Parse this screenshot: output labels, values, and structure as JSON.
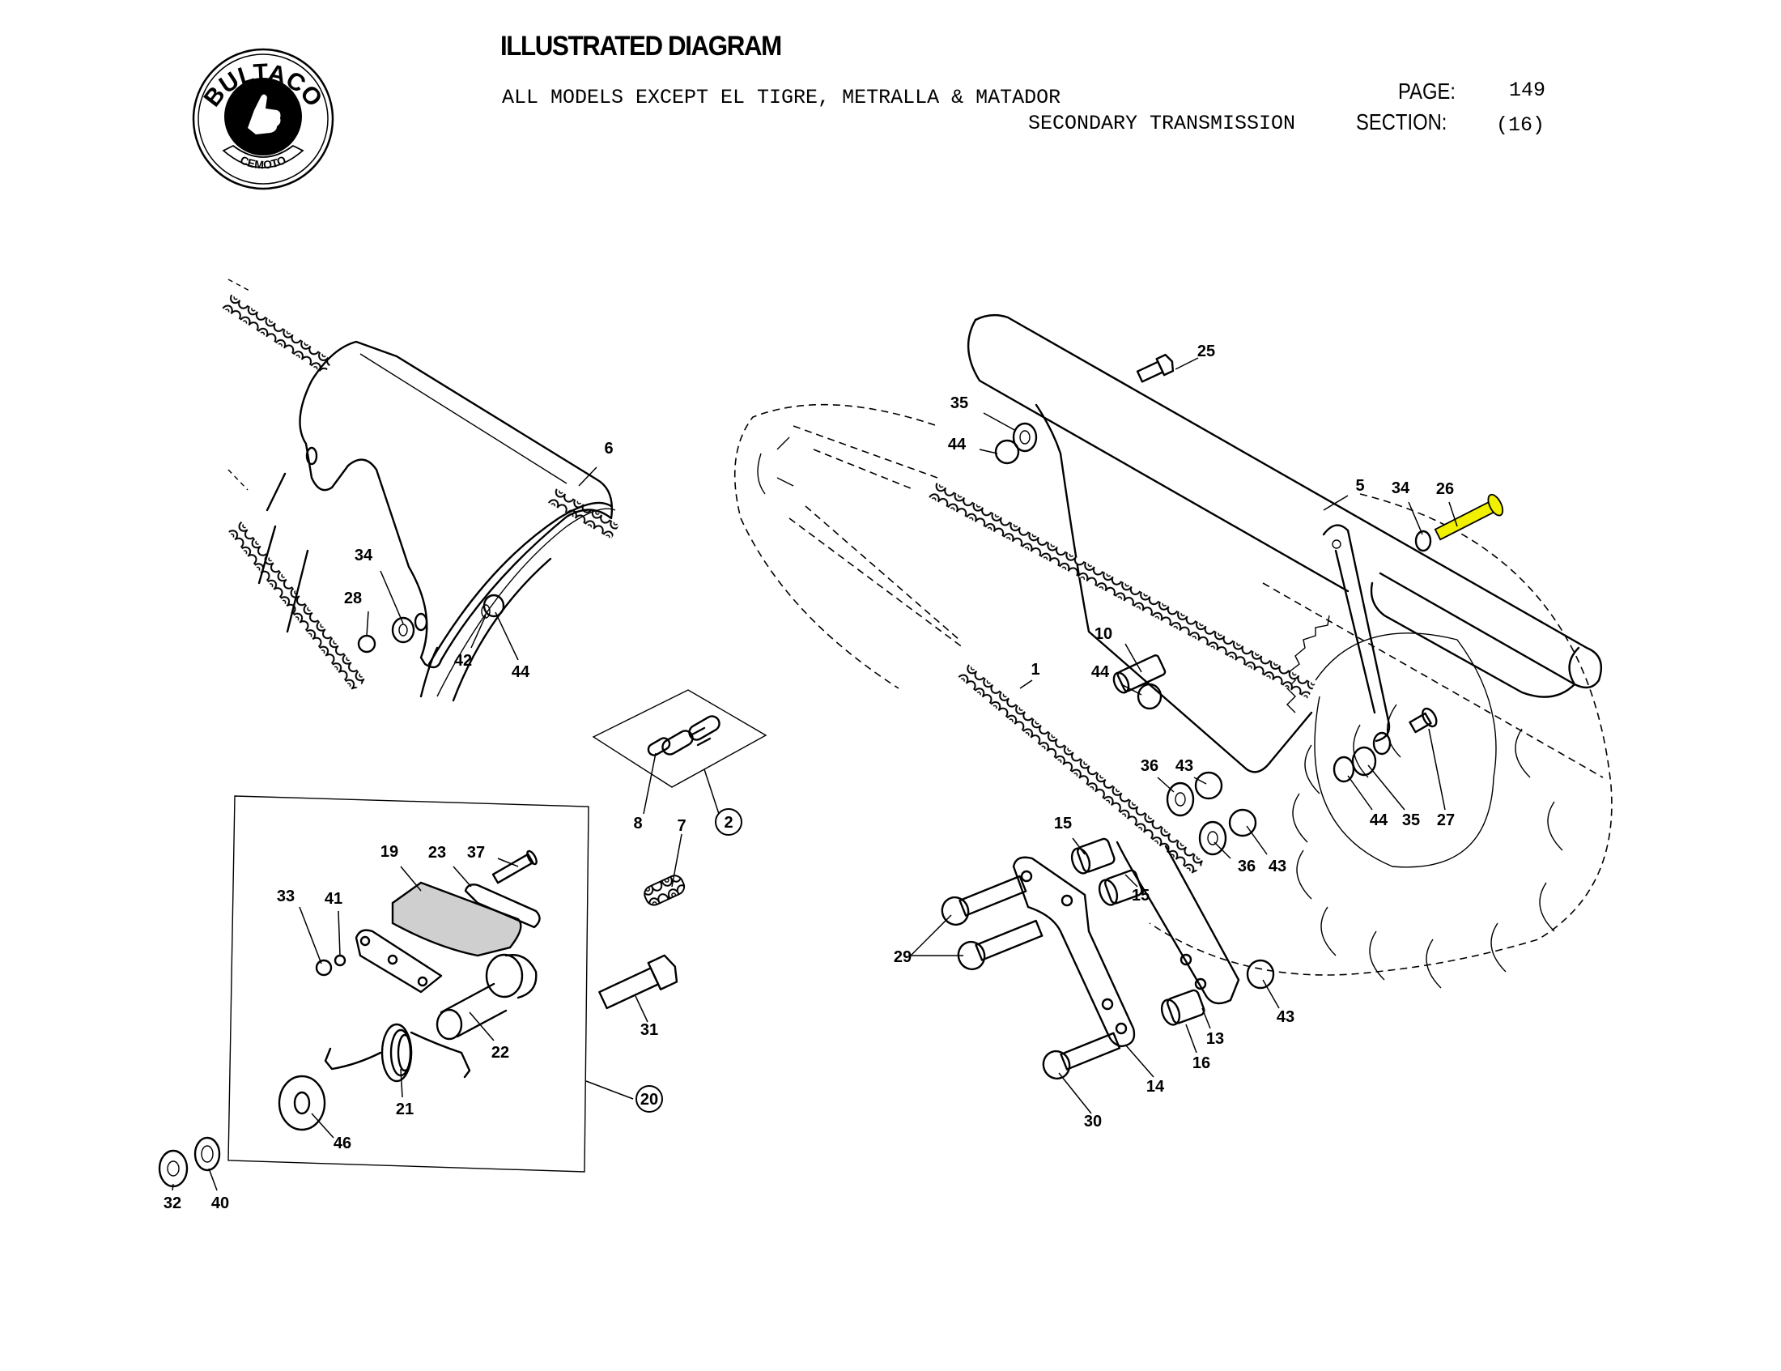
{
  "header": {
    "title": "ILLUSTRATED DIAGRAM",
    "models": "ALL MODELS EXCEPT EL TIGRE, METRALLA & MATADOR",
    "subsystem": "SECONDARY TRANSMISSION",
    "page_label": "PAGE:",
    "page_value": "149",
    "section_label": "SECTION:",
    "section_value": "(16)"
  },
  "logo": {
    "brand": "BULTACO",
    "sub": "CEMOTO",
    "icon": "thumbs-up-icon"
  },
  "highlight": {
    "part": "26",
    "color": "#F0F000"
  },
  "callouts": [
    {
      "id": "c6",
      "text": "6"
    },
    {
      "id": "c34a",
      "text": "34"
    },
    {
      "id": "c28",
      "text": "28"
    },
    {
      "id": "c42",
      "text": "42"
    },
    {
      "id": "c44a",
      "text": "44"
    },
    {
      "id": "c8",
      "text": "8"
    },
    {
      "id": "c7",
      "text": "7"
    },
    {
      "id": "c2",
      "text": "2",
      "circled": true
    },
    {
      "id": "c19",
      "text": "19"
    },
    {
      "id": "c23",
      "text": "23"
    },
    {
      "id": "c37",
      "text": "37"
    },
    {
      "id": "c33",
      "text": "33"
    },
    {
      "id": "c41",
      "text": "41"
    },
    {
      "id": "c22",
      "text": "22"
    },
    {
      "id": "c21",
      "text": "21"
    },
    {
      "id": "c46",
      "text": "46"
    },
    {
      "id": "c20",
      "text": "20",
      "circled": true
    },
    {
      "id": "c32",
      "text": "32"
    },
    {
      "id": "c40",
      "text": "40"
    },
    {
      "id": "c31",
      "text": "31"
    },
    {
      "id": "c25",
      "text": "25"
    },
    {
      "id": "c35a",
      "text": "35"
    },
    {
      "id": "c44b",
      "text": "44"
    },
    {
      "id": "c5",
      "text": "5"
    },
    {
      "id": "c34b",
      "text": "34"
    },
    {
      "id": "c26",
      "text": "26"
    },
    {
      "id": "c10",
      "text": "10"
    },
    {
      "id": "c1",
      "text": "1"
    },
    {
      "id": "c44c",
      "text": "44"
    },
    {
      "id": "c36a",
      "text": "36"
    },
    {
      "id": "c43a",
      "text": "43"
    },
    {
      "id": "c15a",
      "text": "15"
    },
    {
      "id": "c36b",
      "text": "36"
    },
    {
      "id": "c43b",
      "text": "43"
    },
    {
      "id": "c44d",
      "text": "44"
    },
    {
      "id": "c35b",
      "text": "35"
    },
    {
      "id": "c27",
      "text": "27"
    },
    {
      "id": "c29",
      "text": "29"
    },
    {
      "id": "c15b",
      "text": "15"
    },
    {
      "id": "c13",
      "text": "13"
    },
    {
      "id": "c43c",
      "text": "43"
    },
    {
      "id": "c14",
      "text": "14"
    },
    {
      "id": "c16",
      "text": "16"
    },
    {
      "id": "c30",
      "text": "30"
    }
  ]
}
